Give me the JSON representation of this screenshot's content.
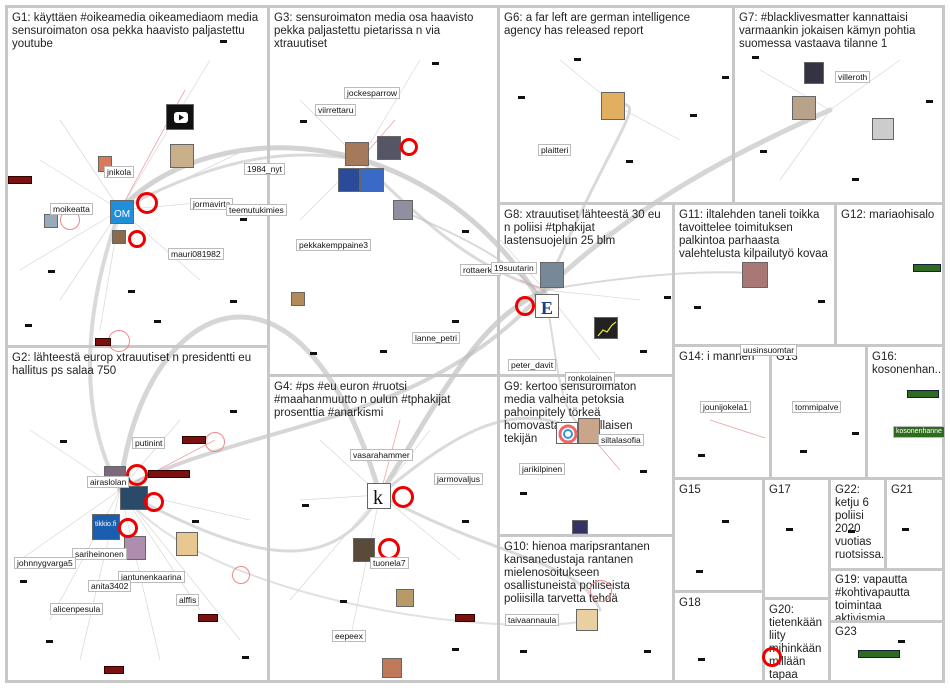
{
  "groups": [
    {
      "id": "g1",
      "title": "G1: käyttäen #oikeamedia oikeamediaom media sensuroimaton osa pekka haavisto paljastettu youtube",
      "labels": [
        "jnikola",
        "moikeatta",
        "jormavirta",
        "teemutukimies",
        "1984_nyt",
        "mauri081982"
      ]
    },
    {
      "id": "g2",
      "title": "G2: lähteestä europ xtrauutiset n presidentti eu hallitus ps salaa 750",
      "labels": [
        "putinint",
        "airaslolan",
        "sariheinonen",
        "johnnygvarga5",
        "jantunenkaarina",
        "anita3402",
        "alffis",
        "alicenpesula"
      ]
    },
    {
      "id": "g3",
      "title": "G3: sensuroimaton media osa haavisto pekka paljastettu pietarissa n via xtrauutiset",
      "labels": [
        "jockesparrow",
        "viirrettaru",
        "pekkakemppaine3",
        "rottaerkki",
        "lanne_petri"
      ]
    },
    {
      "id": "g4",
      "title": "G4: #ps #eu euron #ruotsi #maahanmuutto n oulun #tphakijat prosenttia #anarkismi",
      "labels": [
        "vasarahammer",
        "jarmovaljus",
        "tuonela7",
        "eepeex"
      ]
    },
    {
      "id": "g6",
      "title": "G6: a far left are german intelligence agency has released report",
      "labels": [
        "plaitteri"
      ]
    },
    {
      "id": "g7",
      "title": "G7: #blacklivesmatter kannattaisi varmaankin jokaisen kämyn pohtia suomessa vastaava tilanne 1",
      "labels": [
        "villeroth"
      ]
    },
    {
      "id": "g8",
      "title": "G8: xtrauutiset lähteestä 30 eu n poliisi #tphakijat lastensuojelun 25 blm",
      "labels": [
        "19suutarin",
        "peter_davit",
        "ronkolainen"
      ]
    },
    {
      "id": "g9",
      "title": "G9: kertoo sensuroimaton media valheita petoksia pahoinpitely törkeä homovastaisuus tällaisen tekijän",
      "labels": [
        "siltalasofia",
        "jarikilpinen"
      ]
    },
    {
      "id": "g10",
      "title": "G10: hienoa maripsrantanen kansanedustaja rantanen mielenosoitukseen osallistuneista poliiseista poliisilla tarvetta tehdä",
      "labels": [
        "taivaannaula"
      ]
    },
    {
      "id": "g11",
      "title": "G11: iltalehden taneli toikka tavoittelee toimituksen palkintoa parhaasta valehtelusta kilpailutyö kovaa",
      "labels": [
        "uusinsuomtar"
      ]
    },
    {
      "id": "g12",
      "title": "G12: mariaohisalo",
      "labels": []
    },
    {
      "id": "g13",
      "title": "G13",
      "labels": [
        "tommipalve"
      ]
    },
    {
      "id": "g14",
      "title": "G14: i mannen",
      "labels": [
        "jounijokela1"
      ]
    },
    {
      "id": "g15",
      "title": "G15",
      "labels": []
    },
    {
      "id": "g16",
      "title": "G16: kosonenhan...",
      "labels": [
        "kosonenhanne"
      ]
    },
    {
      "id": "g17",
      "title": "G17",
      "labels": []
    },
    {
      "id": "g18",
      "title": "G18",
      "labels": []
    },
    {
      "id": "g19",
      "title": "G19: vapautta #kohtivapautta toimintaa aktivismia...",
      "labels": []
    },
    {
      "id": "g20",
      "title": "G20: tietenkään liity mihinkään millään tapaa jatkakaa...",
      "labels": []
    },
    {
      "id": "g21",
      "title": "G21",
      "labels": []
    },
    {
      "id": "g22",
      "title": "G22: ketju 6 poliisi 2020 vuotias ruotsissa...",
      "labels": []
    },
    {
      "id": "g23",
      "title": "G23",
      "labels": []
    }
  ],
  "colors": {
    "border": "#c8c8c8",
    "edge": "#999999",
    "ring": "#e00000",
    "tag": "#7a1010",
    "gtag": "#2e6b1e"
  }
}
